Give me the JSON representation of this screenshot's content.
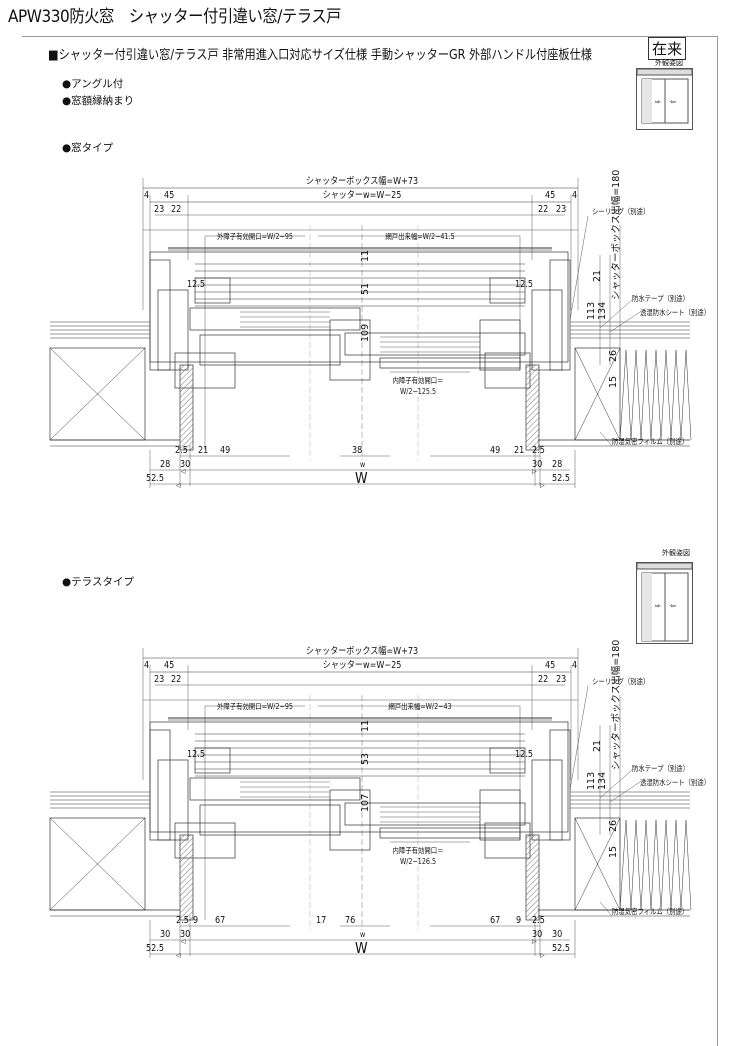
{
  "page_title": "APW330防火窓　シャッター付引違い窓/テラス戸",
  "heading": "■シャッター付引違い窓/テラス戸 非常用進入口対応サイズ仕様 手動シャッターGR 外部ハンドル付座板仕様",
  "badge": "在来",
  "notes": [
    "●アングル付",
    "●窓額縁納まり"
  ],
  "appearance_label": "外観姿図",
  "sections": [
    {
      "type_label": "●窓タイプ",
      "box_width": "シャッターボックス幅=W+73",
      "shutter_w": "シャッターw=W−25",
      "top_left": [
        "4",
        "45",
        "23",
        "22"
      ],
      "top_right": [
        "45",
        "4",
        "22",
        "23"
      ],
      "outer_opening": "外障子有効開口=W/2−95",
      "screen_width": "網戸出来幅=W/2−41.5",
      "sealing": "シーリング（別途）",
      "box_depth": "シャッターボックス出幅=180",
      "waterproof_tape": "防水テープ（別途）",
      "breathable_sheet": "透湿防水シート（別途）",
      "vapor_film": "防湿気密フィルム（別途）",
      "inner_opening_1": "内障子有効開口＝",
      "inner_opening_2": "W/2−125.5",
      "v_dims": {
        "d11": "11",
        "d51": "51",
        "d109": "109",
        "d21": "21",
        "d113": "113",
        "d134": "134",
        "d26": "26",
        "d15": "15"
      },
      "offset_left": "12.5",
      "offset_right": "12.5",
      "bottom_row1": [
        "2.5",
        "21",
        "49",
        "38",
        "49",
        "21",
        "2.5"
      ],
      "bottom_row2": [
        "28",
        "30",
        "w",
        "30",
        "28"
      ],
      "bottom_row3": [
        "52.5",
        "W",
        "52.5"
      ]
    },
    {
      "type_label": "●テラスタイプ",
      "box_width": "シャッターボックス幅=W+73",
      "shutter_w": "シャッターw=W−25",
      "top_left": [
        "4",
        "45",
        "23",
        "22"
      ],
      "top_right": [
        "45",
        "4",
        "22",
        "23"
      ],
      "outer_opening": "外障子有効開口=W/2−95",
      "screen_width": "網戸出来幅=W/2−43",
      "sealing": "シーリング（別途）",
      "box_depth": "シャッターボックス出幅=180",
      "waterproof_tape": "防水テープ（別途）",
      "breathable_sheet": "透湿防水シート（別途）",
      "vapor_film": "防湿気密フィルム（別途）",
      "inner_opening_1": "内障子有効開口＝",
      "inner_opening_2": "W/2−126.5",
      "v_dims": {
        "d11": "11",
        "d51": "53",
        "d109": "107",
        "d21": "21",
        "d113": "113",
        "d134": "134",
        "d26": "26",
        "d15": "15"
      },
      "offset_left": "12.5",
      "offset_right": "12.5",
      "bottom_row1": [
        "2.5",
        "9",
        "67",
        "17",
        "76",
        "67",
        "9",
        "2.5"
      ],
      "bottom_row2": [
        "30",
        "30",
        "w",
        "30",
        "30"
      ],
      "bottom_row3": [
        "52.5",
        "W",
        "52.5"
      ]
    }
  ]
}
